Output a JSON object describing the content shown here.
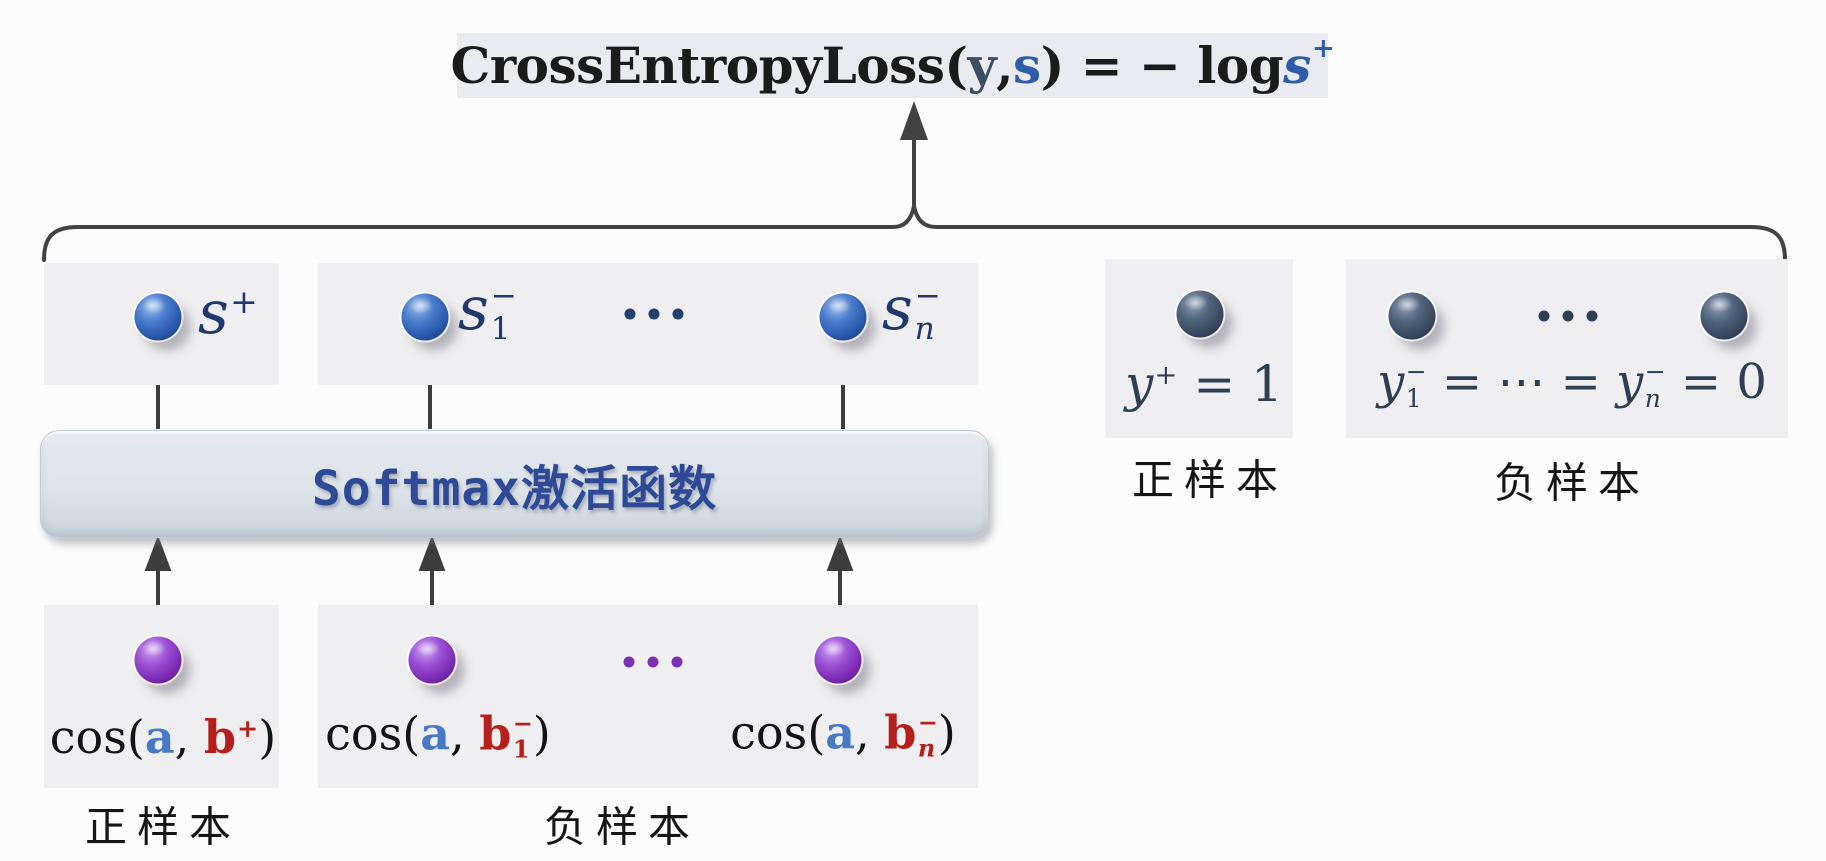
{
  "title": {
    "func": "CrossEntropyLoss(",
    "y": "y",
    "sep": ", ",
    "s": "s",
    "rest": ") = − log ",
    "s2": "s",
    "sup": "+"
  },
  "softmax": {
    "label": "Softmax激活函数"
  },
  "scores": {
    "pos": {
      "base": "s",
      "sup": "+"
    },
    "neg1": {
      "base": "s",
      "sup": "−",
      "sub": "1"
    },
    "dots": "⋯",
    "negn": {
      "base": "s",
      "sup": "−",
      "sub": "n"
    }
  },
  "targets": {
    "pos": {
      "base": "y",
      "sup": "+",
      "eq": " = 1"
    },
    "dots": "⋯",
    "neg": {
      "y1": {
        "base": "y",
        "sup": "−",
        "sub": "1"
      },
      "mid": " = ⋯ = ",
      "yn": {
        "base": "y",
        "sup": "−",
        "sub": "n"
      },
      "eq": " = 0"
    }
  },
  "cosines": {
    "pos": {
      "fn": "cos(",
      "a": "a",
      "sep": ", ",
      "b": "b",
      "sup": "+",
      "close": ")"
    },
    "neg1": {
      "fn": "cos(",
      "a": "a",
      "sep": ", ",
      "b": "b",
      "sup": "−",
      "sub": "1",
      "close": ")"
    },
    "dots": "⋯",
    "negn": {
      "fn": "cos(",
      "a": "a",
      "sep": ", ",
      "b": "b",
      "sup": "−",
      "sub": "n",
      "close": ")"
    }
  },
  "labels": {
    "cos_pos": "正样本",
    "cos_neg": "负样本",
    "target_pos": "正样本",
    "target_neg": "负样本"
  },
  "colors": {
    "formula_bg": "#e9ebf0",
    "panel_bg": "#efeef0",
    "softmax_bg": "#dde3e9",
    "text_blue": "#2d5ca8",
    "text_slate": "#2e3f54",
    "text_navy": "#20386b",
    "vector_a_blue": "#4779c4",
    "vector_b_red": "#b51f1c",
    "sphere_blue": "#2c5cb0",
    "sphere_purple": "#7c2cb4",
    "sphere_navy": "#38485e",
    "line_dark": "#424242"
  }
}
